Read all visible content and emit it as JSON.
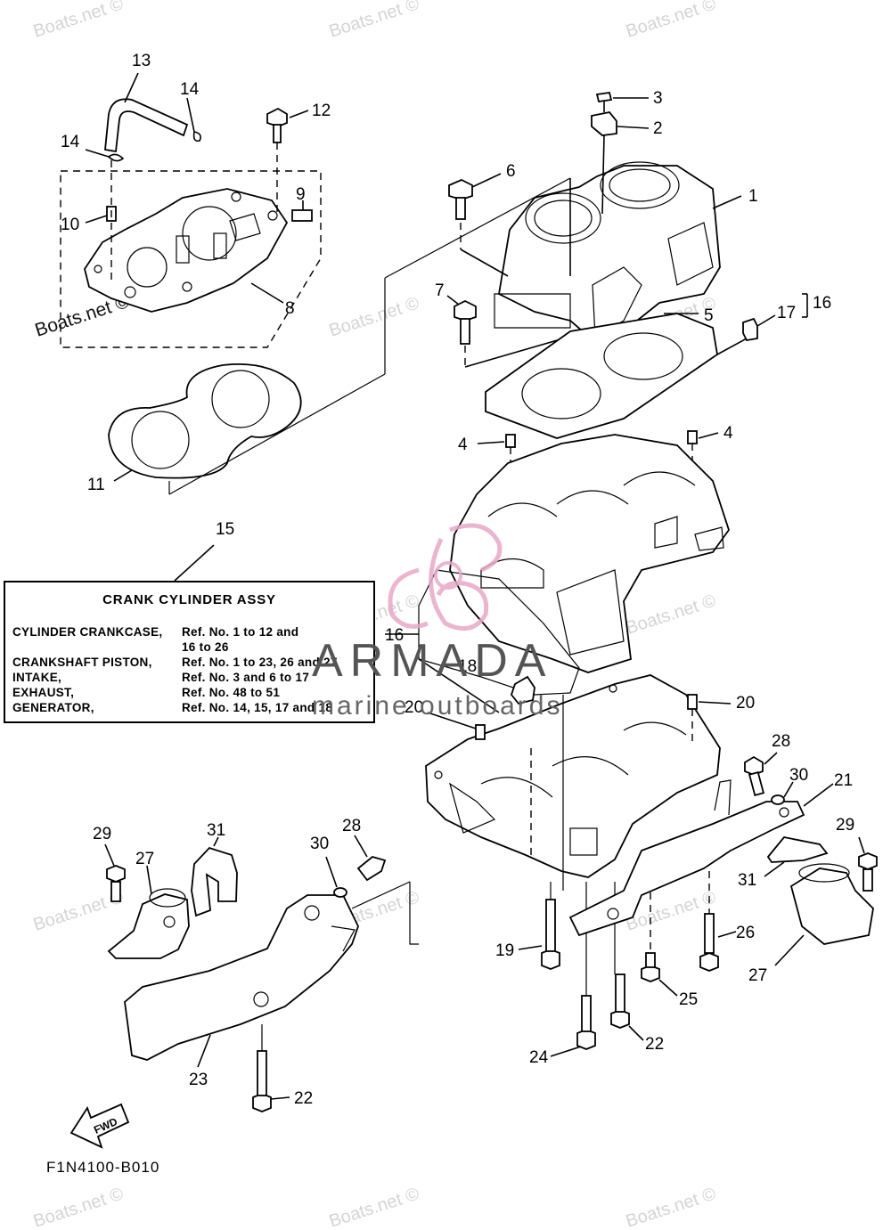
{
  "watermark": {
    "text": "Boats.net ©"
  },
  "brand": {
    "name": "ARMADA",
    "tagline": "marine outboards",
    "accent": "#e8a9c8"
  },
  "legend": {
    "title": "CRANK CYLINDER ASSY",
    "rows": [
      {
        "key": "CYLINDER CRANKCASE,",
        "value": "Ref. No. 1 to 12 and",
        "value2": "16 to 26"
      },
      {
        "key": "CRANKSHAFT PISTON,",
        "value": "Ref. No. 1 to 23, 26 and 27"
      },
      {
        "key": "INTAKE,",
        "value": "Ref. No. 3 and 6 to 17"
      },
      {
        "key": "EXHAUST,",
        "value": "Ref. No. 48 to 51"
      },
      {
        "key": "GENERATOR,",
        "value": "Ref. No. 14, 15, 17 and 18"
      }
    ]
  },
  "callouts": {
    "c1": "1",
    "c2": "2",
    "c3": "3",
    "c4a": "4",
    "c4b": "4",
    "c5": "5",
    "c6": "6",
    "c7": "7",
    "c8": "8",
    "c9": "9",
    "c10": "10",
    "c11": "11",
    "c12": "12",
    "c13": "13",
    "c14a": "14",
    "c14b": "14",
    "c15": "15",
    "c16a": "16",
    "c16b": "16",
    "c17": "17",
    "c18": "18",
    "c19": "19",
    "c20a": "20",
    "c20b": "20",
    "c21": "21",
    "c22a": "22",
    "c22b": "22",
    "c23": "23",
    "c24": "24",
    "c25": "25",
    "c26": "26",
    "c27a": "27",
    "c27b": "27",
    "c28a": "28",
    "c28b": "28",
    "c29a": "29",
    "c29b": "29",
    "c30a": "30",
    "c30b": "30",
    "c31a": "31",
    "c31b": "31"
  },
  "fwd_label": "FWD",
  "figure_code": "F1N4100-B010"
}
